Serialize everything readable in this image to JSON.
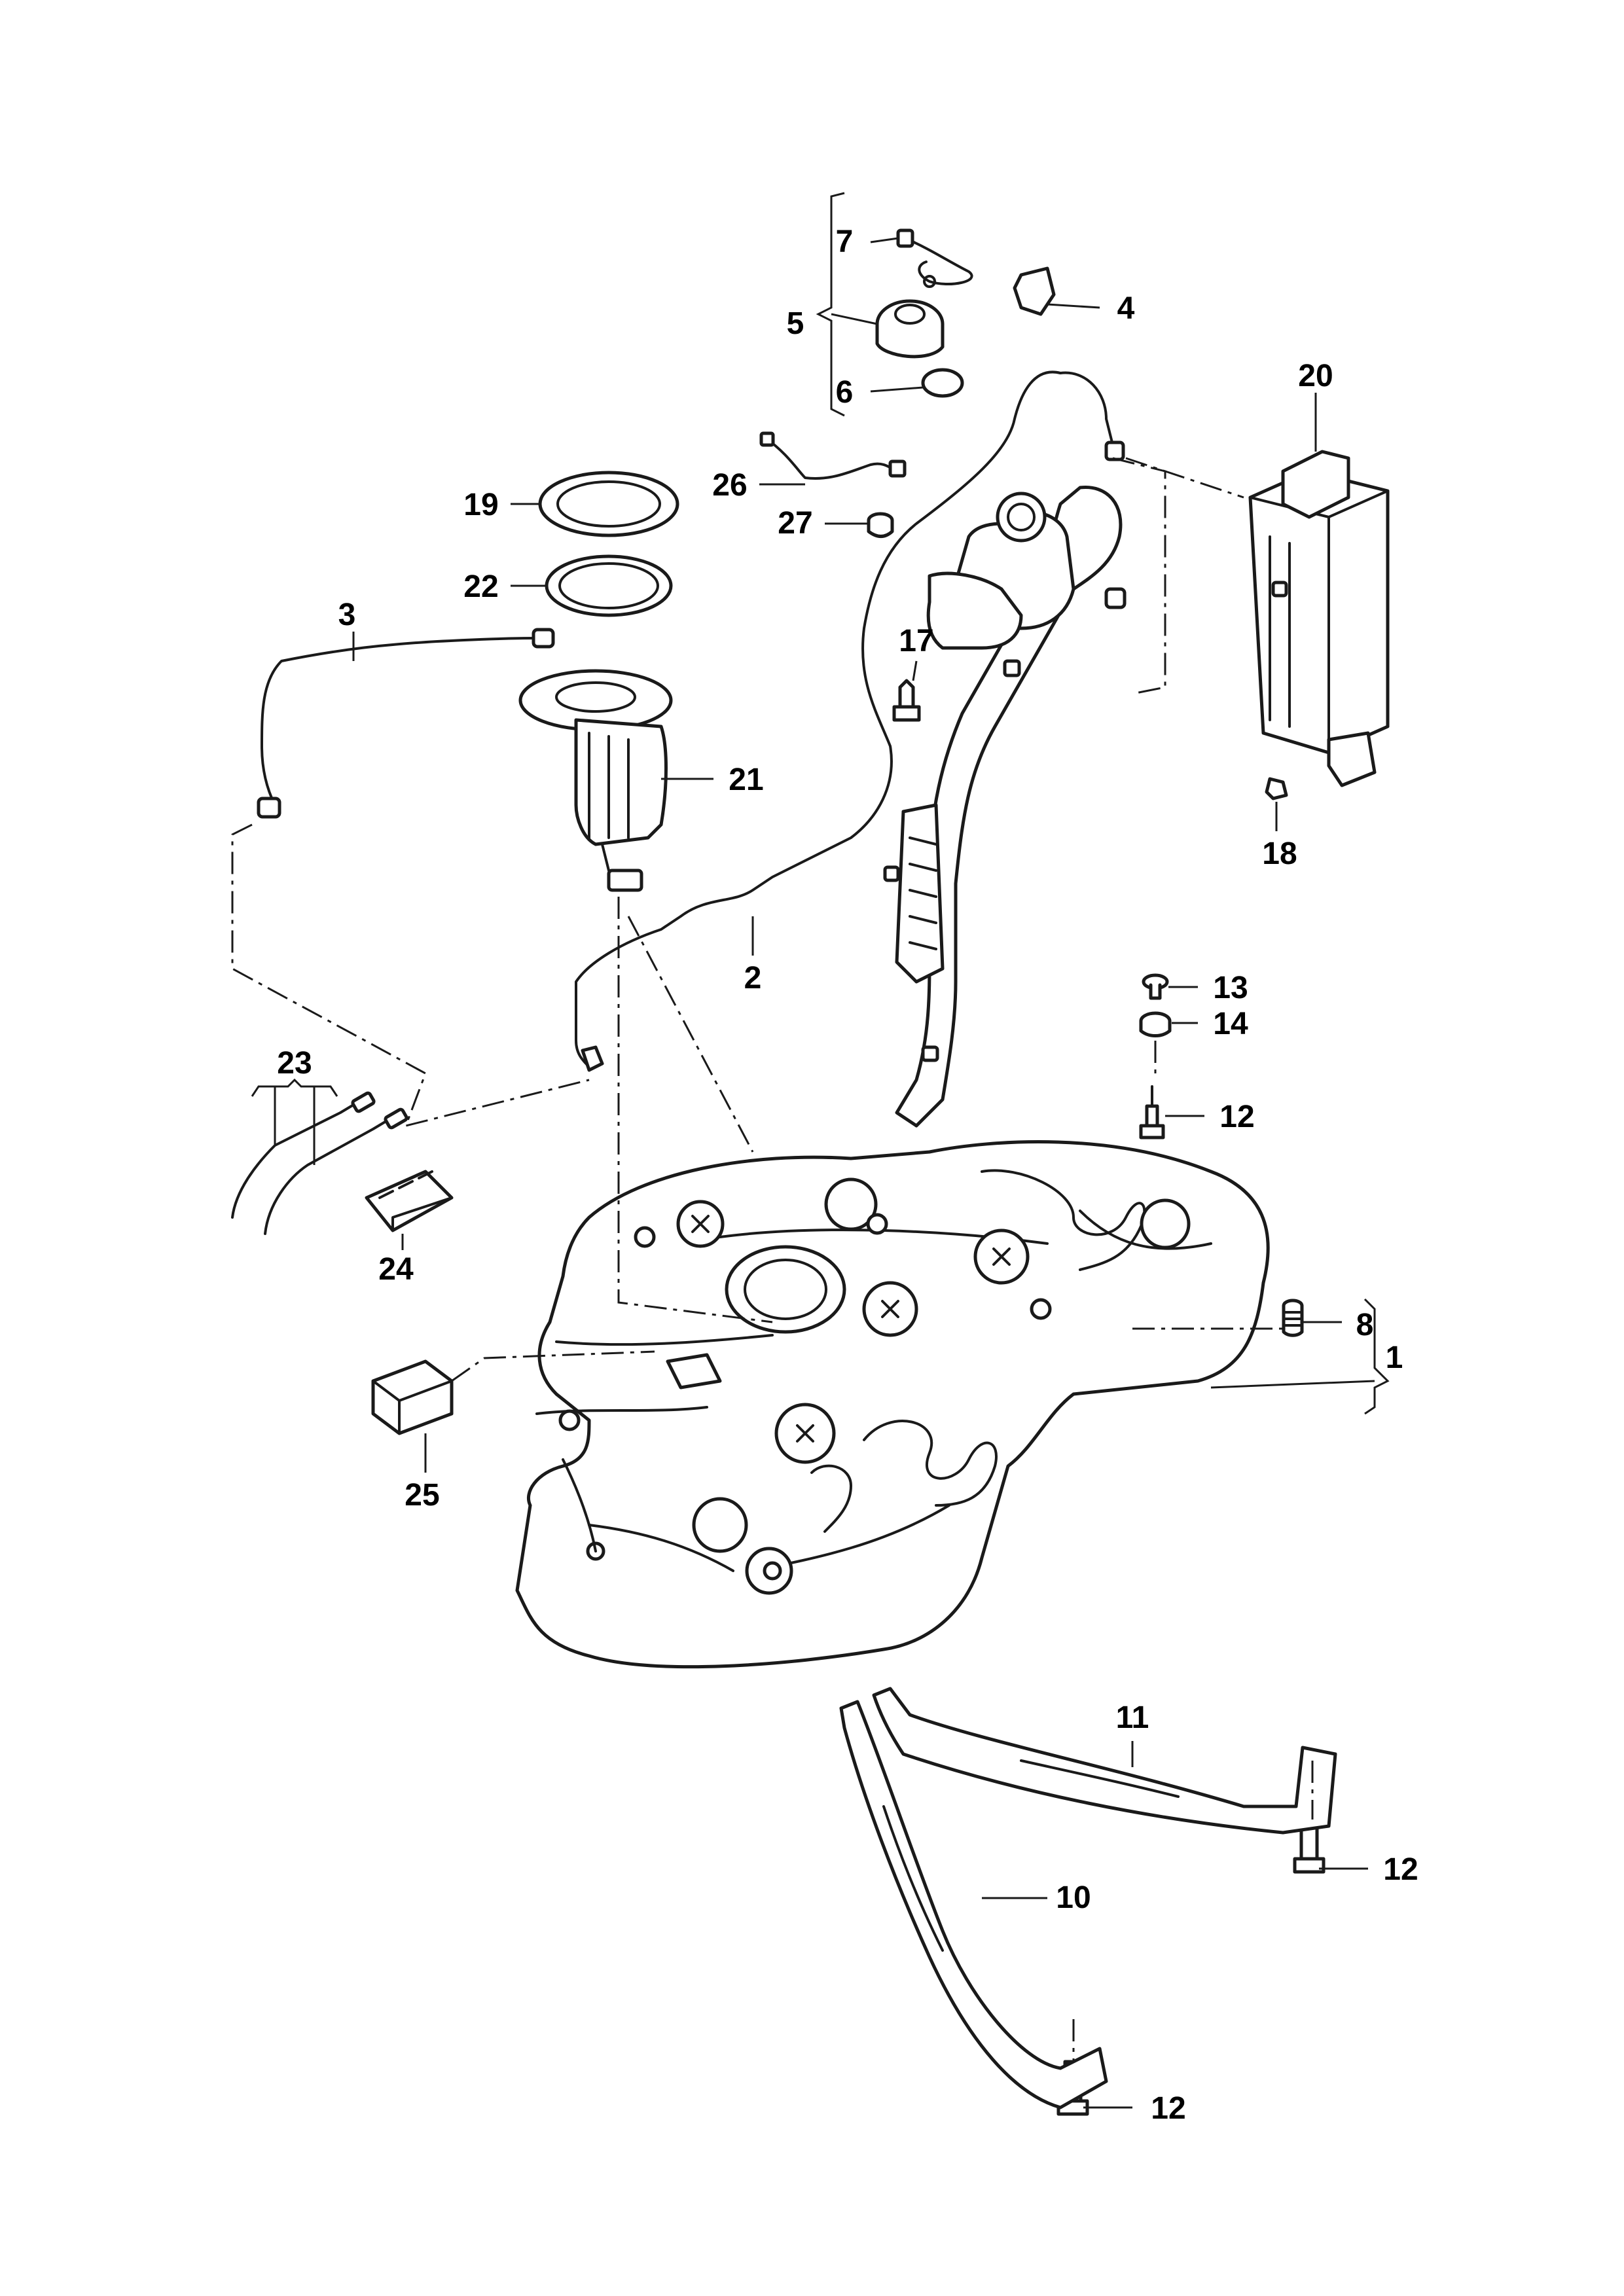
{
  "diagram": {
    "type": "exploded-parts-diagram",
    "subject": "fuel tank assembly",
    "colors": {
      "line": "#1a1a1a",
      "background": "#ffffff",
      "shade": "#e8e8e8"
    },
    "callouts": [
      {
        "id": "c1",
        "label": "1"
      },
      {
        "id": "c2",
        "label": "2"
      },
      {
        "id": "c3",
        "label": "3"
      },
      {
        "id": "c4",
        "label": "4"
      },
      {
        "id": "c5",
        "label": "5"
      },
      {
        "id": "c6",
        "label": "6"
      },
      {
        "id": "c7",
        "label": "7"
      },
      {
        "id": "c8",
        "label": "8"
      },
      {
        "id": "c10",
        "label": "10"
      },
      {
        "id": "c11",
        "label": "11"
      },
      {
        "id": "c12a",
        "label": "12"
      },
      {
        "id": "c12b",
        "label": "12"
      },
      {
        "id": "c12c",
        "label": "12"
      },
      {
        "id": "c13",
        "label": "13"
      },
      {
        "id": "c14",
        "label": "14"
      },
      {
        "id": "c17",
        "label": "17"
      },
      {
        "id": "c18",
        "label": "18"
      },
      {
        "id": "c19",
        "label": "19"
      },
      {
        "id": "c20",
        "label": "20"
      },
      {
        "id": "c21",
        "label": "21"
      },
      {
        "id": "c22",
        "label": "22"
      },
      {
        "id": "c23",
        "label": "23"
      },
      {
        "id": "c24",
        "label": "24"
      },
      {
        "id": "c25",
        "label": "25"
      },
      {
        "id": "c26",
        "label": "26"
      },
      {
        "id": "c27",
        "label": "27"
      }
    ]
  }
}
